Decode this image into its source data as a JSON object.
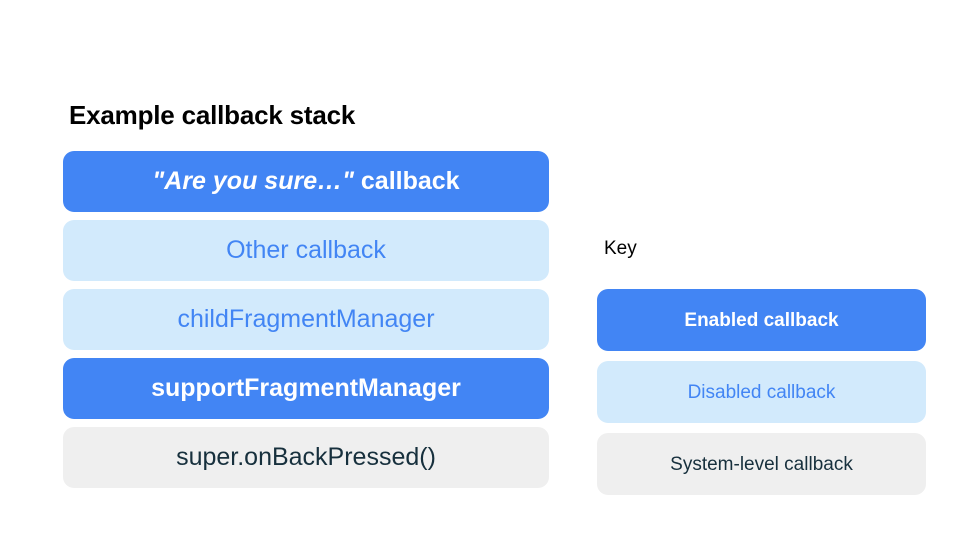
{
  "stack": {
    "title": "Example callback stack",
    "items": [
      {
        "label": "\"Are you sure…\" callback",
        "label_italic_part": "\"Are you sure…\"",
        "label_plain_part": " callback",
        "state": "enabled"
      },
      {
        "label": "Other callback",
        "state": "disabled"
      },
      {
        "label": "childFragmentManager",
        "state": "disabled"
      },
      {
        "label": "supportFragmentManager",
        "state": "enabled"
      },
      {
        "label": "super.onBackPressed()",
        "state": "system"
      }
    ]
  },
  "key": {
    "title": "Key",
    "items": [
      {
        "label": "Enabled callback",
        "state": "enabled"
      },
      {
        "label": "Disabled callback",
        "state": "disabled"
      },
      {
        "label": "System-level callback",
        "state": "system"
      }
    ]
  },
  "colors": {
    "enabled_fill": "#4285f4",
    "enabled_text": "#ffffff",
    "disabled_fill": "#d2eafc",
    "disabled_text": "#4285f4",
    "system_fill": "#efefef",
    "system_text": "#17303d",
    "background": "#ffffff",
    "title_text": "#000000"
  }
}
